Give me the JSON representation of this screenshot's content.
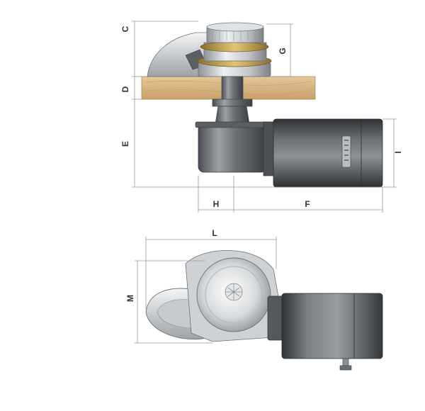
{
  "dimensions": {
    "C": "C",
    "D": "D",
    "E": "E",
    "G": "G",
    "H": "H",
    "F": "F",
    "I": "I",
    "L": "L",
    "M": "M"
  },
  "colors": {
    "deck_wood": "#d9b88a",
    "deck_wood_dark": "#c6a16c",
    "metal_light": "#e6e8ea",
    "metal_mid": "#a9adb1",
    "metal_dark": "#5f6469",
    "motor_dark": "#3a3d40",
    "gypsy_gold": "#c9a652",
    "dimension_line": "#9a9a9a",
    "label_text": "#333333"
  },
  "icons": {
    "side_view": "windlass-side-view",
    "top_view": "windlass-top-view"
  }
}
